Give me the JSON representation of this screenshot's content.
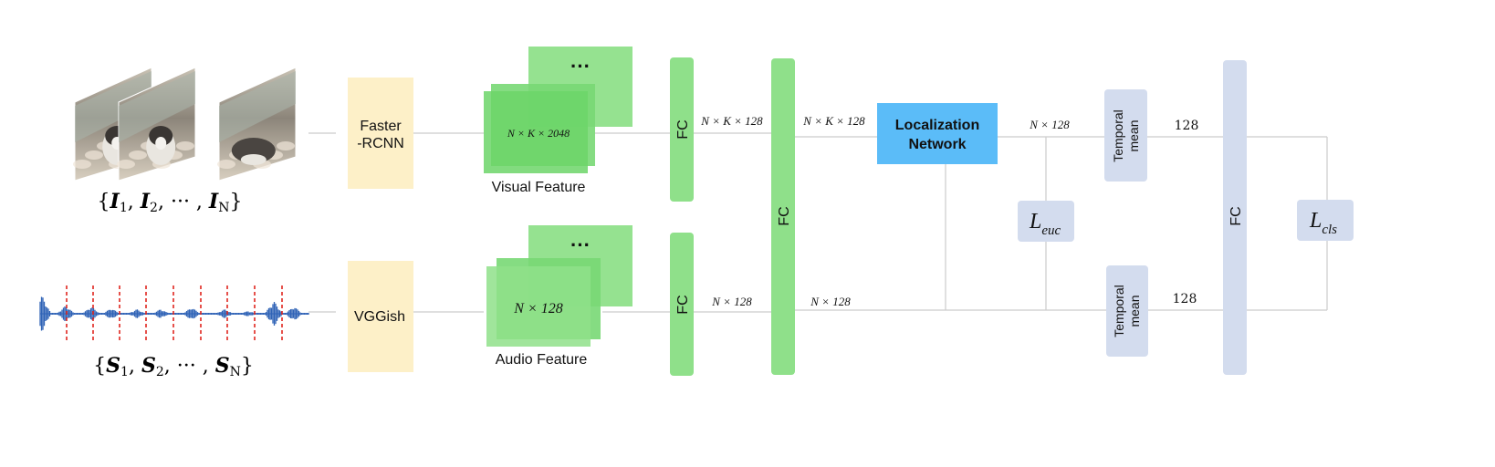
{
  "input": {
    "frames_label": "{I1, I2, ···, IN}",
    "frames_label_parts": [
      "{",
      "I",
      "1",
      ", ",
      "I",
      "2",
      ", ··· , ",
      "I",
      "N",
      "}"
    ],
    "audio_label_parts": [
      "{",
      "S",
      "1",
      ", ",
      "S",
      "2",
      ", ··· , ",
      "S",
      "N",
      "}"
    ]
  },
  "blocks": {
    "faster_rcnn": [
      "Faster",
      "-RCNN"
    ],
    "vggish": "VGGish",
    "visual_feature_caption": "Visual Feature",
    "visual_feature_dim": "N × K × 2048",
    "audio_feature_caption": "Audio Feature",
    "audio_feature_dim": "N × 128",
    "ellipsis": "···",
    "fc_visual": "FC",
    "fc_audio": "FC",
    "fc_shared": "FC",
    "localization": [
      "Localization",
      "Network"
    ],
    "temporal_mean_top": [
      "Temporal",
      "mean"
    ],
    "temporal_mean_bottom": [
      "Temporal",
      "mean"
    ],
    "fc_final": "FC"
  },
  "edge_labels": {
    "visual_after_fc": "N × K × 128",
    "visual_after_shared_fc": "N × K × 128",
    "audio_after_fc": "N × 128",
    "audio_after_shared_fc": "N × 128",
    "loc_out": "N × 128",
    "mean_top_out": "128",
    "mean_bottom_out": "128"
  },
  "losses": {
    "euc": {
      "base": "L",
      "sub": "euc"
    },
    "cls": {
      "base": "L",
      "sub": "cls"
    }
  },
  "colors": {
    "yellow": "#fdf0c8",
    "green": "#8fe08a",
    "green_dark": "#5dd35a",
    "blue": "#5bbcf8",
    "lavender": "#d3dcee",
    "line": "#cccccc",
    "wave": "#2f63b6",
    "marker": "#e0261f"
  }
}
